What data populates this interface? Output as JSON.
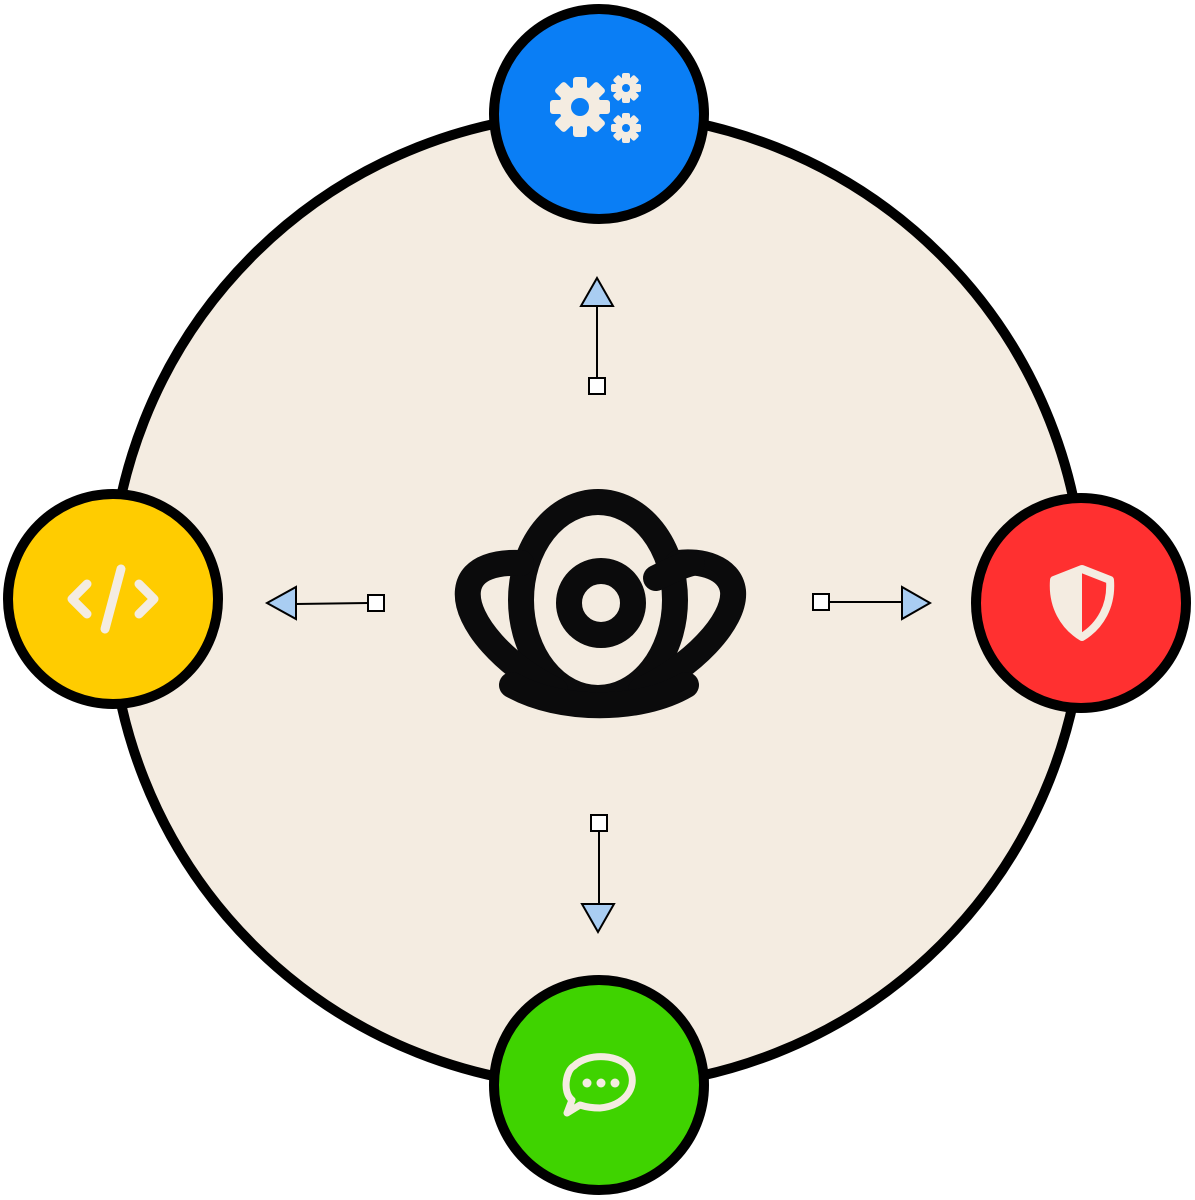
{
  "colors": {
    "background": "#ffffff",
    "ring_fill": "#f4ece1",
    "outline": "#000000",
    "icon_fg": "#f4ece1",
    "arrow_fill": "#a9cdf2",
    "center_logo": "#0b0b0c"
  },
  "center": {
    "icon": "eye-flower-logo-icon"
  },
  "nodes": [
    {
      "id": "top",
      "icon": "gears-icon",
      "color": "#0a7ef5"
    },
    {
      "id": "right",
      "icon": "shield-icon",
      "color": "#ff3030"
    },
    {
      "id": "bottom",
      "icon": "chat-bubble-icon",
      "color": "#3fd300"
    },
    {
      "id": "left",
      "icon": "code-icon",
      "color": "#ffcc00"
    }
  ],
  "connectors": [
    {
      "from": "center",
      "to": "top"
    },
    {
      "from": "center",
      "to": "right"
    },
    {
      "from": "center",
      "to": "bottom"
    },
    {
      "from": "center",
      "to": "left"
    }
  ]
}
